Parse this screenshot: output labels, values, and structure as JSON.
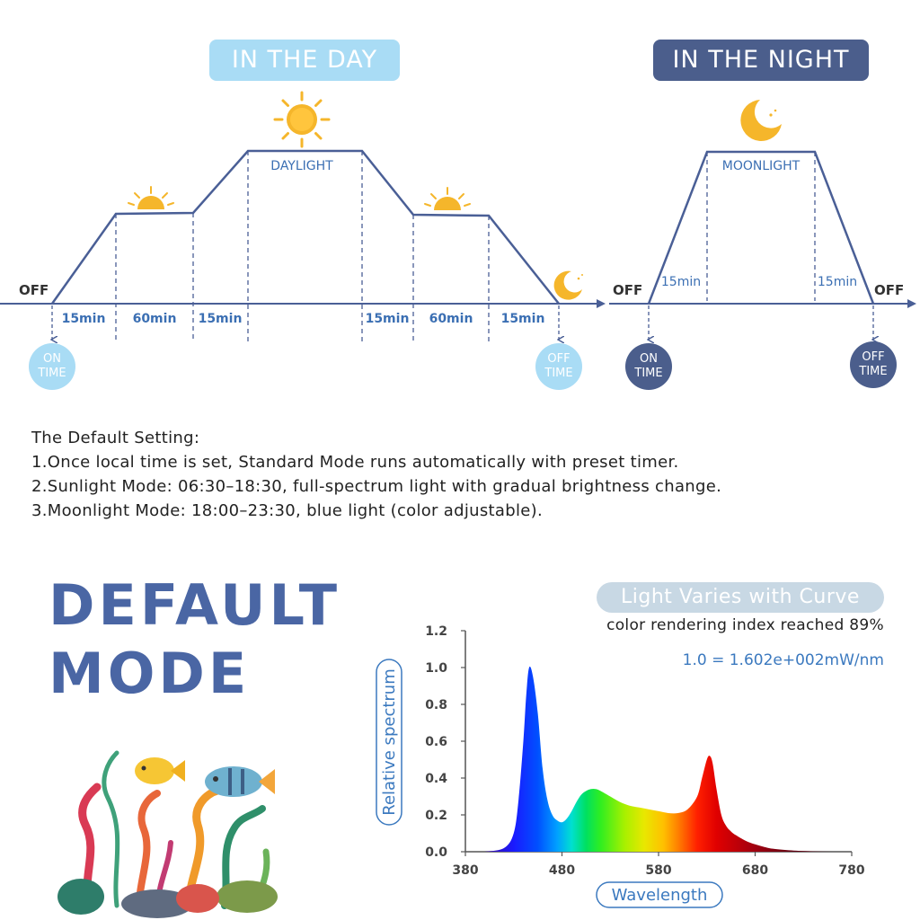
{
  "day": {
    "title": "IN THE DAY",
    "off_label": "OFF",
    "plateau_label": "DAYLIGHT",
    "segments": [
      "15min",
      "60min",
      "15min",
      "15min",
      "60min",
      "15min"
    ],
    "on_badge": [
      "ON",
      "TIME"
    ],
    "off_badge": [
      "OFF",
      "TIME"
    ]
  },
  "night": {
    "title": "IN THE NIGHT",
    "off_left": "OFF",
    "off_right": "OFF",
    "plateau_label": "MOONLIGHT",
    "ramp_up": "15min",
    "ramp_down": "15min",
    "on_badge": [
      "ON",
      "TIME"
    ],
    "off_badge": [
      "OFF",
      "TIME"
    ]
  },
  "colors": {
    "line": "#4a5f96",
    "label_blue": "#3b6fb3",
    "day_badge": "#a9dcf5",
    "night_badge": "#4b5e8c",
    "sun": "#f5b62b",
    "accent_blue": "#3b79bf",
    "title_blue": "#4a66a4"
  },
  "notes": {
    "heading": "The Default Setting:",
    "line1": "1.Once local time is set, Standard Mode runs automatically with preset timer.",
    "line2": "2.Sunlight Mode: 06:30–18:30, full-spectrum light with gradual brightness change.",
    "line3": "3.Moonlight Mode: 18:00–23:30, blue light (color adjustable)."
  },
  "mode_title": [
    "DEFAULT",
    "MODE"
  ],
  "spectrum_info": {
    "pill": "Light Varies with Curve",
    "cri": "color rendering index reached 89%",
    "unit": "1.0 = 1.602e+002mW/nm"
  },
  "chart_data": {
    "type": "area",
    "xlabel": "Wavelength",
    "ylabel": "Relative spectrum",
    "xlim": [
      380,
      780
    ],
    "ylim": [
      0,
      1.2
    ],
    "x_ticks": [
      "380",
      "480",
      "580",
      "680",
      "780"
    ],
    "y_ticks": [
      "0.0",
      "0.2",
      "0.4",
      "0.6",
      "0.8",
      "1.0",
      "1.2"
    ],
    "grid": false,
    "fill": "wavelength-colored gradient",
    "series": [
      {
        "x": [
          400,
          420,
          430,
          435,
          440,
          443,
          446,
          450,
          455,
          460,
          465,
          470,
          475,
          480,
          485,
          490,
          495,
          500,
          505,
          510,
          515,
          520,
          530,
          540,
          550,
          560,
          570,
          580,
          590,
          600,
          610,
          620,
          625,
          630,
          633,
          636,
          640,
          645,
          650,
          655,
          660,
          670,
          680,
          690,
          700,
          720,
          740,
          760,
          780
        ],
        "y": [
          0.0,
          0.02,
          0.1,
          0.28,
          0.6,
          0.85,
          1.0,
          0.95,
          0.75,
          0.45,
          0.28,
          0.2,
          0.17,
          0.16,
          0.18,
          0.22,
          0.27,
          0.31,
          0.33,
          0.34,
          0.34,
          0.33,
          0.3,
          0.27,
          0.25,
          0.24,
          0.23,
          0.22,
          0.21,
          0.21,
          0.23,
          0.3,
          0.4,
          0.5,
          0.52,
          0.48,
          0.34,
          0.2,
          0.14,
          0.11,
          0.09,
          0.06,
          0.04,
          0.025,
          0.015,
          0.006,
          0.002,
          0.0,
          0.0
        ]
      }
    ]
  }
}
